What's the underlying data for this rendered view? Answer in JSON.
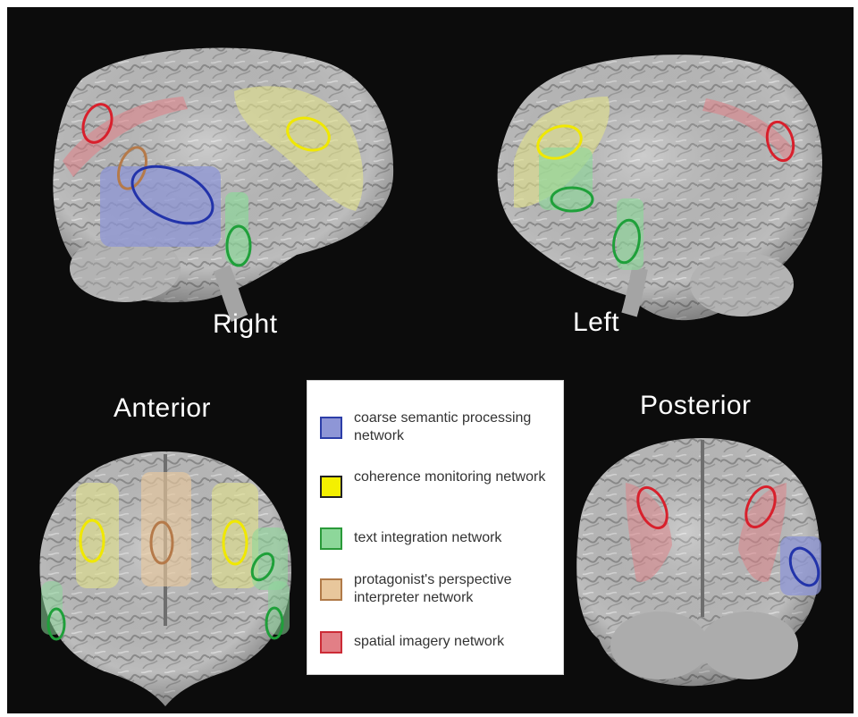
{
  "views": {
    "right": "Right",
    "left": "Left",
    "anterior": "Anterior",
    "posterior": "Posterior"
  },
  "legend": [
    {
      "label": "coarse semantic processing network",
      "fill": "#8e96d6",
      "border": "#2c3ea8"
    },
    {
      "label": "coherence monitoring network",
      "fill": "#f4f000",
      "border": "#222222"
    },
    {
      "label": "text integration network",
      "fill": "#8dd79a",
      "border": "#2a9a3a"
    },
    {
      "label": "protagonist's perspective interpreter network",
      "fill": "#e8c79c",
      "border": "#b07a48"
    },
    {
      "label": "spatial imagery network",
      "fill": "#e27f86",
      "border": "#cc2b36"
    }
  ],
  "colors": {
    "background": "#0c0c0c",
    "brain": "#bdbdbd",
    "semantic_outline": "#2233aa",
    "coherence_outline": "#f0e800",
    "integration_outline": "#1fa03a",
    "perspective_outline": "#b57a4a",
    "spatial_outline": "#d8202c"
  }
}
